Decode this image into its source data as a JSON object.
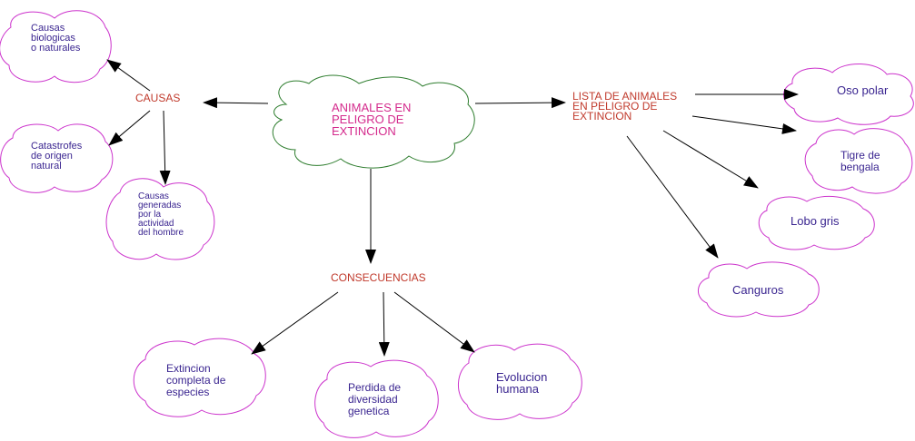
{
  "center": {
    "lines": [
      "ANIMALES EN",
      "PELIGRO DE",
      "EXTINCION"
    ]
  },
  "causas": {
    "label": "CAUSAS",
    "children": [
      {
        "lines": [
          "Causas",
          "biologicas",
          "o naturales"
        ]
      },
      {
        "lines": [
          "Catastrofes",
          "de origen",
          "natural"
        ]
      },
      {
        "lines": [
          "Causas",
          "generadas",
          "por la",
          "actividad",
          "del hombre"
        ]
      }
    ]
  },
  "lista": {
    "lines": [
      "LISTA DE ANIMALES",
      "EN PELIGRO DE",
      "EXTINCION"
    ],
    "children": [
      {
        "label": "Oso polar"
      },
      {
        "lines": [
          "Tigre de",
          "bengala"
        ]
      },
      {
        "label": "Lobo gris"
      },
      {
        "label": "Canguros"
      }
    ]
  },
  "consecuencias": {
    "label": "CONSECUENCIAS",
    "children": [
      {
        "lines": [
          "Extincion",
          "completa de",
          "especies"
        ]
      },
      {
        "lines": [
          "Perdida de",
          "diversidad",
          "genetica"
        ]
      },
      {
        "lines": [
          "Evolucion",
          "humana"
        ]
      }
    ]
  },
  "colors": {
    "center_text": "#d42a8c",
    "heading_text": "#c0392b",
    "leaf_text": "#3a2590",
    "cloud_outline": "#cc33cc",
    "center_cloud_outline": "#2e7d2e",
    "arrows": "#000000"
  }
}
